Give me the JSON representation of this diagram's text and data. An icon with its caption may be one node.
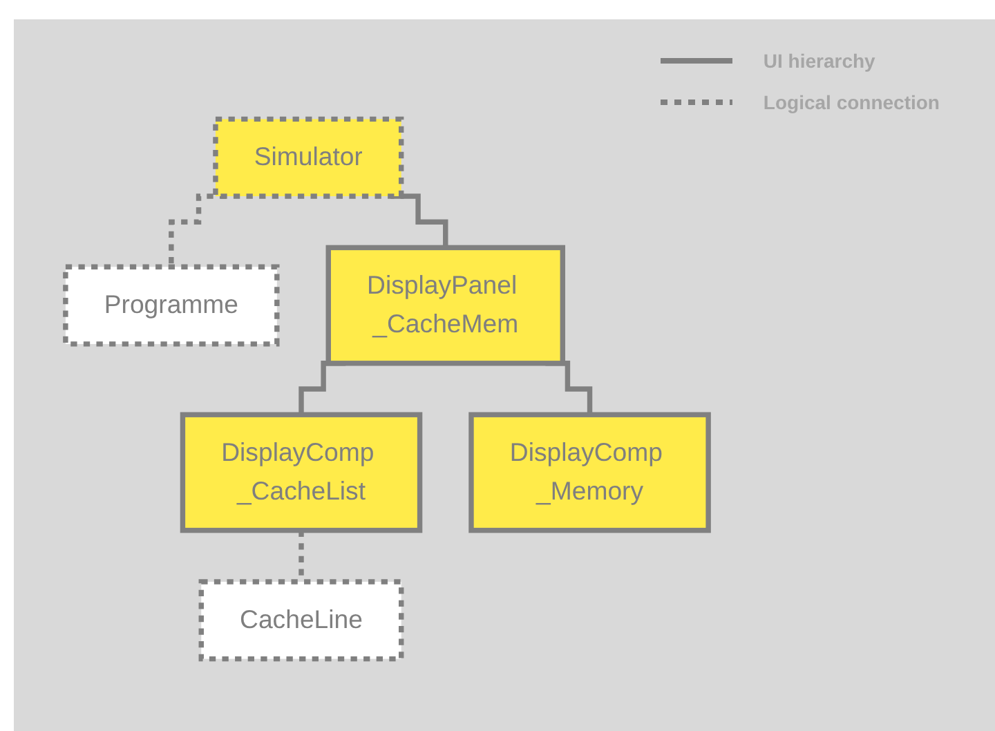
{
  "diagram": {
    "nodes": [
      {
        "text": [
          "Simulator"
        ]
      },
      {
        "text": [
          "Programme"
        ]
      },
      {
        "text": [
          "DisplayPanel _CacheMem"
        ]
      },
      {
        "text": [
          "DisplayComp _CacheList"
        ]
      },
      {
        "text": [
          "DisplayComp _Memory"
        ]
      },
      {
        "text": [
          "CacheLine"
        ]
      }
    ],
    "edges": [
      {
        "from": 0,
        "to": 1,
        "arrow": "none",
        "style": "dashed"
      },
      {
        "from": 0,
        "to": 2,
        "arrow": "none"
      },
      {
        "from": 2,
        "to": 3,
        "arrow": "none"
      },
      {
        "from": 2,
        "to": 4,
        "arrow": "none"
      },
      {
        "from": 3,
        "to": 5,
        "arrow": "none",
        "style": "dashed"
      }
    ],
    "legend": [
      {
        "text": "UI hierarchy"
      },
      {
        "text": "Logical connection"
      }
    ]
  }
}
